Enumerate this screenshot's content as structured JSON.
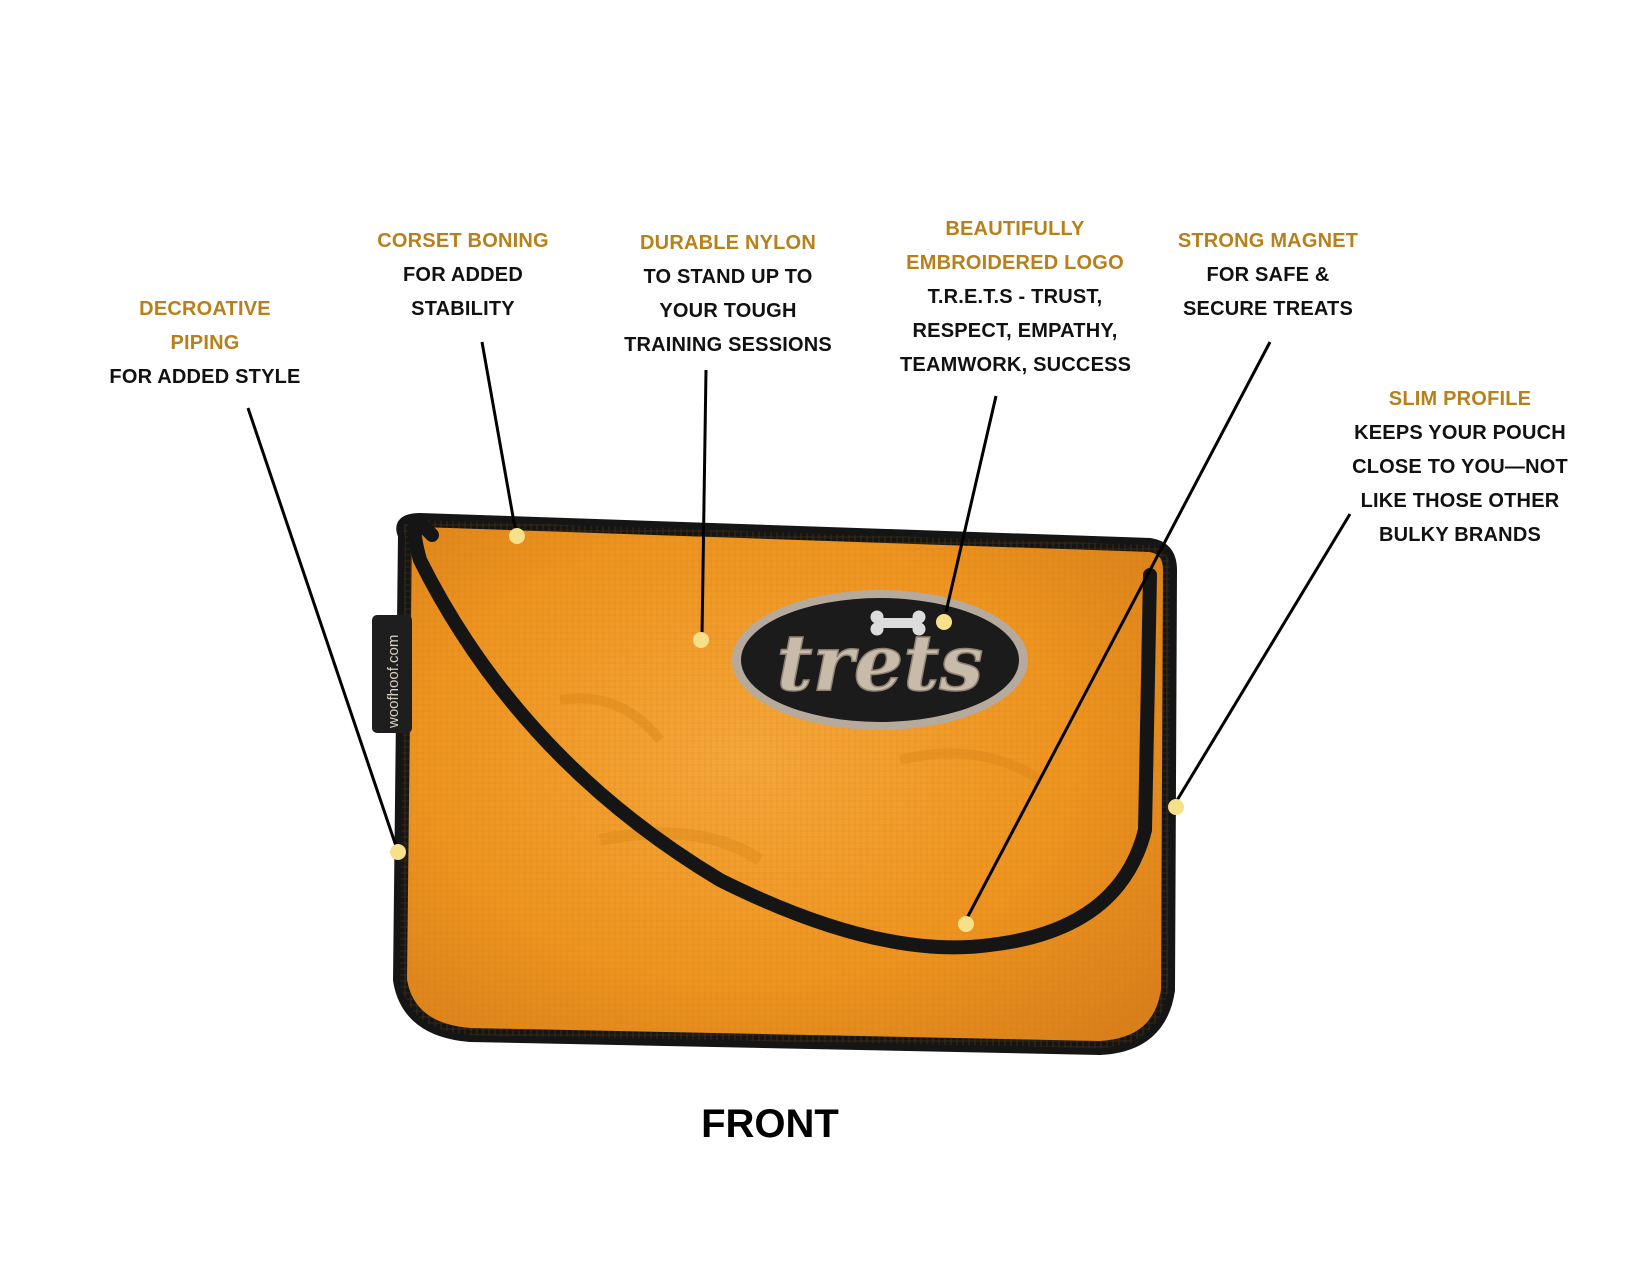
{
  "colors": {
    "heading": "#b8801a",
    "body_text": "#111111",
    "pouch_orange": "#ef9a24",
    "piping_black": "#151515",
    "logo_oval": "#1b1b1b",
    "logo_rim": "#b6aa9c",
    "marker": "#f7e08a"
  },
  "product": {
    "logo_text": "trets",
    "side_tag": "woofhoof.com",
    "bone_icon": "bone-icon"
  },
  "view_label": "FRONT",
  "callouts": [
    {
      "id": "piping",
      "heading": [
        "DECROATIVE",
        "PIPING"
      ],
      "body": [
        "FOR ADDED STYLE"
      ]
    },
    {
      "id": "boning",
      "heading": [
        "CORSET BONING"
      ],
      "body": [
        "FOR ADDED",
        "STABILITY"
      ]
    },
    {
      "id": "nylon",
      "heading": [
        "DURABLE NYLON"
      ],
      "body": [
        "TO STAND UP TO",
        "YOUR TOUGH",
        "TRAINING SESSIONS"
      ]
    },
    {
      "id": "logo",
      "heading": [
        "BEAUTIFULLY",
        "EMBROIDERED LOGO"
      ],
      "body": [
        "T.R.E.T.S - TRUST,",
        "RESPECT, EMPATHY,",
        "TEAMWORK, SUCCESS"
      ]
    },
    {
      "id": "magnet",
      "heading": [
        "STRONG  MAGNET"
      ],
      "body": [
        "FOR SAFE &",
        "SECURE TREATS"
      ]
    },
    {
      "id": "profile",
      "heading": [
        "SLIM PROFILE"
      ],
      "body": [
        "KEEPS YOUR POUCH",
        "CLOSE TO YOU—NOT",
        "LIKE THOSE OTHER",
        "BULKY BRANDS"
      ]
    }
  ]
}
